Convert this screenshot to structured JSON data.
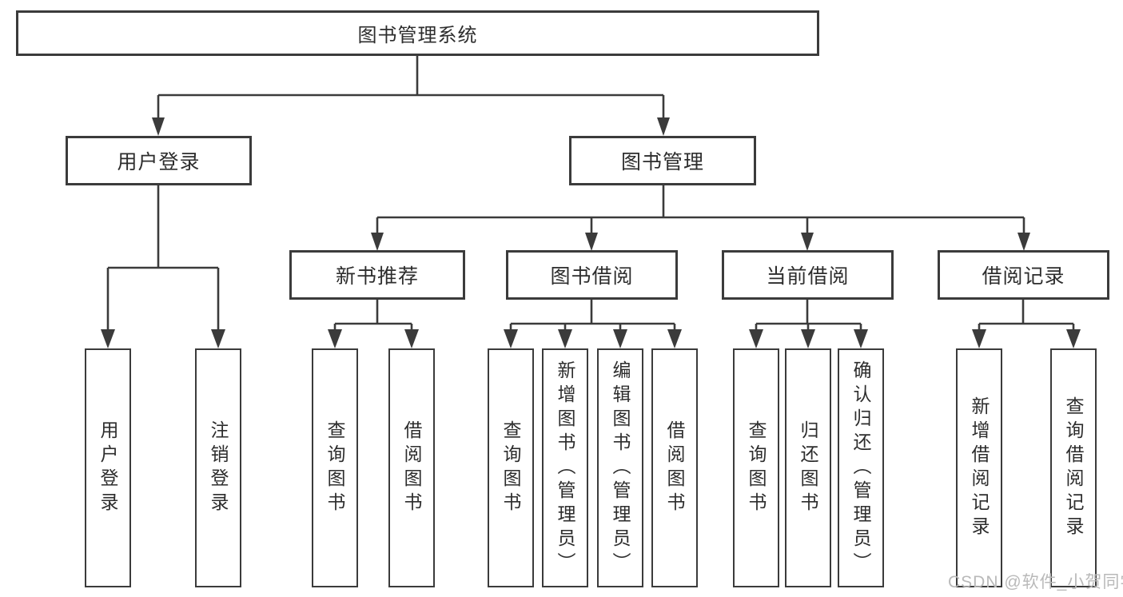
{
  "diagram": {
    "type": "hierarchy",
    "tree": {
      "root": {
        "label": "图书管理系统"
      },
      "children": [
        {
          "label": "用户登录",
          "children": [
            {
              "label": "用户登录"
            },
            {
              "label": "注销登录"
            }
          ]
        },
        {
          "label": "图书管理",
          "children": [
            {
              "label": "新书推荐",
              "children": [
                {
                  "label": "查询图书"
                },
                {
                  "label": "借阅图书"
                }
              ]
            },
            {
              "label": "图书借阅",
              "children": [
                {
                  "label": "查询图书"
                },
                {
                  "label": "新增图书（管理员）"
                },
                {
                  "label": "编辑图书（管理员）"
                },
                {
                  "label": "借阅图书"
                }
              ]
            },
            {
              "label": "当前借阅",
              "children": [
                {
                  "label": "查询图书"
                },
                {
                  "label": "归还图书"
                },
                {
                  "label": "确认归还（管理员）"
                }
              ]
            },
            {
              "label": "借阅记录",
              "children": [
                {
                  "label": "新增借阅记录"
                },
                {
                  "label": "查询借阅记录"
                }
              ]
            }
          ]
        }
      ]
    },
    "colors": {
      "line": "#3b3b3b",
      "box_border": "#3b3b3b",
      "text": "#2d2d2d",
      "background": "#ffffff",
      "watermark": "#b9b9b9"
    }
  },
  "watermark": {
    "text": "CSDN @软件_小贺同学"
  }
}
